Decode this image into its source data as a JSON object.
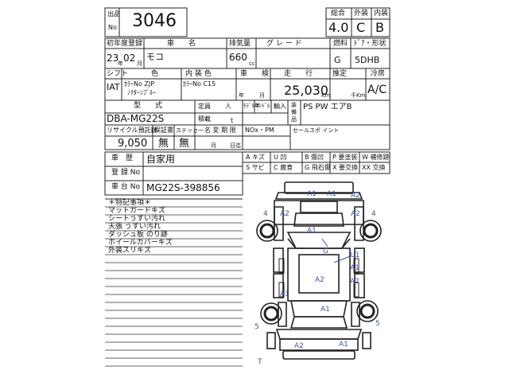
{
  "header": {
    "lot_label_top": "出品",
    "lot_label_bottom": "No",
    "lot_number": "3046",
    "score_label": "総合",
    "exterior_label": "外装",
    "interior_label": "内装",
    "score": "4.0",
    "exterior": "C",
    "interior": "B"
  },
  "row1": {
    "first_reg_label": "初年度登録",
    "model_label": "車　　名",
    "displacement_label": "排気量",
    "grade_label": "グ レ ー ド",
    "fuel_label": "燃料",
    "door_shape_label": "ﾄﾞｱ・形状",
    "year": "23",
    "month": "02",
    "year_unit": "年",
    "month_unit": "月",
    "model": "モコ",
    "displacement": "660",
    "cc": "cc",
    "fuel": "G",
    "door_shape": "5DHB"
  },
  "row2": {
    "shift_label": "シフト",
    "color_label": "色",
    "interior_color_label": "内 装 色",
    "inspection_label": "車　　検",
    "mileage_label": "走　　行",
    "estimate_label": "推定",
    "ac_label": "冷房",
    "shift": "IAT",
    "color_code": "ｶﾗｰNo ZJP",
    "color_name": "ﾉｸﾀｰﾝﾌﾞﾙｰ",
    "interior_color": "ｶﾗｰNo C15",
    "insp_year_unit": "年",
    "insp_month_unit": "月",
    "mileage": "25,030",
    "km": "Km",
    "km_thousand": "千Km",
    "ac": "A/C"
  },
  "row3": {
    "type_label": "型　　式",
    "capacity_label": "定員",
    "person_unit": "人",
    "load_label": "積載",
    "ton_unit": "t",
    "steering_label": "ﾓﾃﾞﾙ年",
    "handle_label": "ﾊﾝﾄﾞﾙ",
    "import_label": "輸入",
    "equipment_label": "装\n備\n品",
    "type": "DBA-MG22S",
    "equipment": "PS PW エアB"
  },
  "row4": {
    "recycle_label": "リサイクル預託額",
    "warranty_label": "保証書",
    "sticker_label": "ステッカー",
    "name_change_label": "名 変 期 限",
    "nox_label": "NOx・PM",
    "sales_point_label": "セールスポ イント",
    "recycle": "9,050",
    "warranty": "無",
    "sticker": "無",
    "month_unit": "月",
    "day_unit": "日迄"
  },
  "history": {
    "history_label": "車　歴",
    "history": "自家用",
    "reg_label": "登 録 No",
    "chassis_label": "車 台 No",
    "chassis": "MG22S-398856"
  },
  "legend": [
    [
      "A",
      "キズ"
    ],
    [
      "U",
      "凹"
    ],
    [
      "B",
      "傷凹"
    ],
    [
      "P",
      "要塗装"
    ],
    [
      "W",
      "補修跡"
    ],
    [
      "S",
      "サビ"
    ],
    [
      "C",
      "腐食"
    ],
    [
      "G",
      "飛石傷"
    ],
    [
      "X",
      "要交換"
    ],
    [
      "XX",
      "交換"
    ]
  ],
  "notes": {
    "title": "＊特記事項＊",
    "lines": [
      "マットガードキズ",
      "シートうすい汚れ",
      "天張 うすい汚れ",
      "ダッシュ板 のり跡",
      "ホイールカバーキズ",
      "外装スリキズ"
    ]
  },
  "damage_marks": {
    "front_a1_1": "A1",
    "front_a1_2": "A1",
    "front_a2": "A2",
    "left_front_a2": "A2",
    "left_front_4": "4",
    "right_front_4": "4",
    "right_front_a2": "A2",
    "hood_a1": "A1",
    "roof_g": "G",
    "u1": "U1",
    "right_a1": "A1",
    "door_a2_1": "A2",
    "door_a2_2": "A2",
    "rear_a1": "A1",
    "rear_a1_2": "A1",
    "rear_5_1": "5",
    "rear_5_2": "5",
    "tail_a2": "A2",
    "tail_a1": "A1",
    "t_mark": "T"
  },
  "colors": {
    "ink": "#111111",
    "mark_blue": "#3c53b3"
  }
}
